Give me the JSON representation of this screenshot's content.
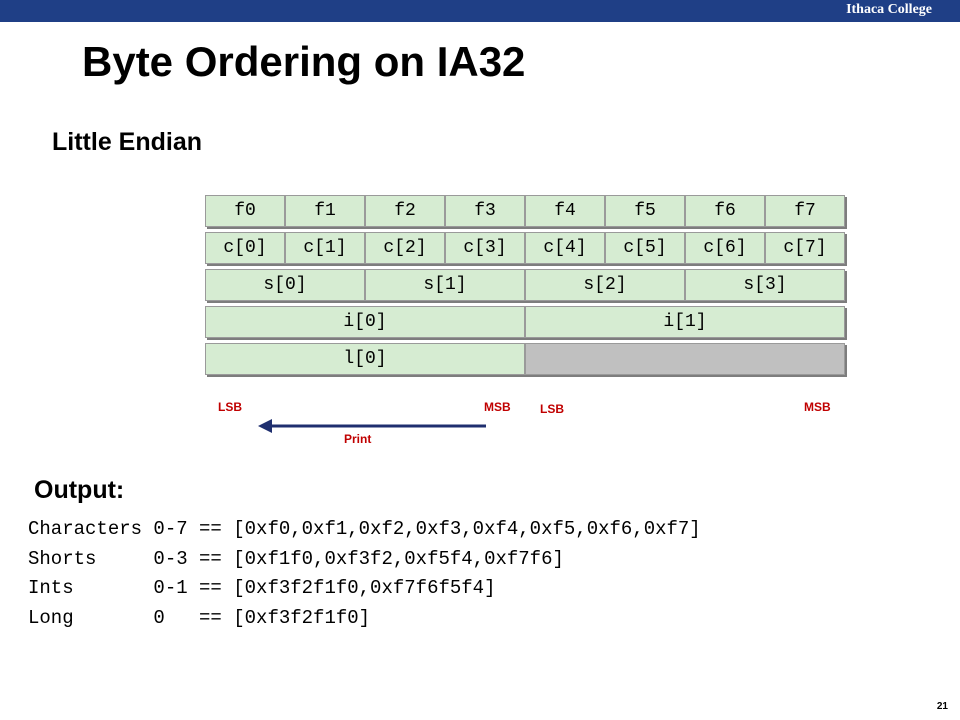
{
  "header": {
    "institution": "Ithaca College"
  },
  "slide": {
    "title": "Byte Ordering on IA32",
    "subtitle": "Little Endian",
    "page_number": "21"
  },
  "memory": {
    "bytes": [
      "f0",
      "f1",
      "f2",
      "f3",
      "f4",
      "f5",
      "f6",
      "f7"
    ],
    "chars": [
      "c[0]",
      "c[1]",
      "c[2]",
      "c[3]",
      "c[4]",
      "c[5]",
      "c[6]",
      "c[7]"
    ],
    "shorts": [
      "s[0]",
      "s[1]",
      "s[2]",
      "s[3]"
    ],
    "ints": [
      "i[0]",
      "i[1]"
    ],
    "longs": [
      "l[0]"
    ]
  },
  "labels": {
    "lsb_left": "LSB",
    "msb_left": "MSB",
    "lsb_right": "LSB",
    "msb_right": "MSB",
    "print": "Print"
  },
  "output": {
    "heading": "Output:",
    "lines": [
      "Characters 0-7 == [0xf0,0xf1,0xf2,0xf3,0xf4,0xf5,0xf6,0xf7]",
      "Shorts     0-3 == [0xf1f0,0xf3f2,0xf5f4,0xf7f6]",
      "Ints       0-1 == [0xf3f2f1f0,0xf7f6f5f4]",
      "Long       0   == [0xf3f2f1f0]"
    ]
  },
  "colors": {
    "topbar": "#1f3f86",
    "cell_fill": "#d6ecd2",
    "empty_cell": "#c0c0c0",
    "label_red": "#c00000",
    "arrow": "#1f2f6f"
  }
}
